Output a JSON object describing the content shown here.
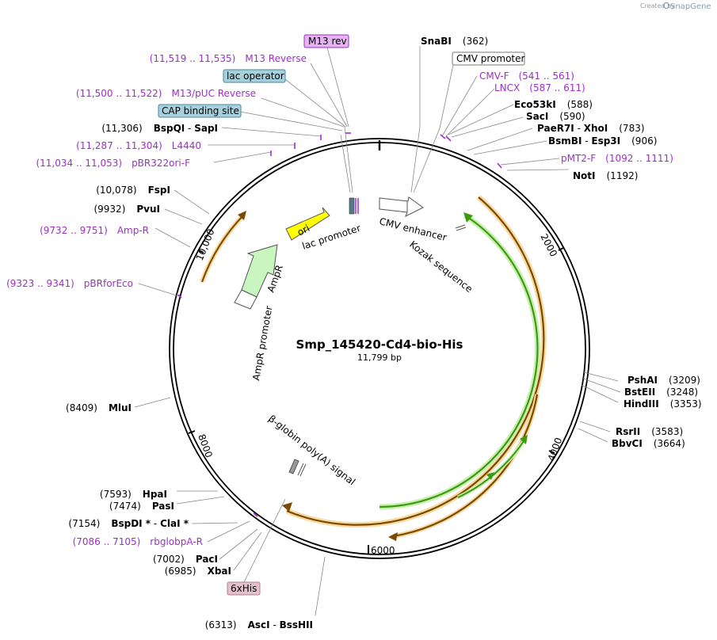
{
  "credit": {
    "prefix": "Created by",
    "brand": "SnapGene"
  },
  "plasmid": {
    "name": "Smp_145420-Cd4-bio-His",
    "length": "11,799 bp"
  },
  "ticks": [
    "2000",
    "4000",
    "6000",
    "8000",
    "10,000"
  ],
  "boxes": [
    {
      "id": "m13rev",
      "text": "M13 rev",
      "fill": "#e3b4f0",
      "stroke": "#9d2fc7"
    },
    {
      "id": "cmvprom",
      "text": "CMV promoter",
      "fill": "#ffffff",
      "stroke": "#777777"
    },
    {
      "id": "lacop",
      "text": "lac operator",
      "fill": "#a8d0dc",
      "stroke": "#4a8a9a"
    },
    {
      "id": "cap",
      "text": "CAP binding site",
      "fill": "#a8d0dc",
      "stroke": "#4a8a9a"
    },
    {
      "id": "his",
      "text": "6xHis",
      "fill": "#e4c1cc",
      "stroke": "#b08090"
    }
  ],
  "right_labels": [
    {
      "id": "snabi",
      "name": "SnaBI",
      "pos": "(362)"
    },
    {
      "id": "cmvf",
      "name": "CMV-F",
      "pos": "(541 .. 561)",
      "primer": true
    },
    {
      "id": "lncx",
      "name": "LNCX",
      "pos": "(587 .. 611)",
      "primer": true
    },
    {
      "id": "eco53ki",
      "name": "Eco53kI",
      "pos": "(588)"
    },
    {
      "id": "saci",
      "name": "SacI",
      "pos": "(590)"
    },
    {
      "id": "paer7i",
      "name": "PaeR7I",
      "sep": " - ",
      "name2": "XhoI",
      "pos": "(783)"
    },
    {
      "id": "bsmbi",
      "name": "BsmBI",
      "sep": " - ",
      "name2": "Esp3I",
      "pos": "(906)"
    },
    {
      "id": "pmt2f",
      "name": "pMT2-F",
      "pos": "(1092 .. 1111)",
      "primer": true
    },
    {
      "id": "noti",
      "name": "NotI",
      "pos": "(1192)"
    },
    {
      "id": "pshai",
      "name": "PshAI",
      "pos": "(3209)"
    },
    {
      "id": "bsteii",
      "name": "BstEII",
      "pos": "(3248)"
    },
    {
      "id": "hindiii",
      "name": "HindIII",
      "pos": "(3353)"
    },
    {
      "id": "rsrii",
      "name": "RsrII",
      "pos": "(3583)"
    },
    {
      "id": "bbvci",
      "name": "BbvCI",
      "pos": "(3664)"
    }
  ],
  "left_labels": [
    {
      "id": "m13reverse",
      "name": "M13 Reverse",
      "pos": "(11,519 .. 11,535)",
      "primer": true
    },
    {
      "id": "m13puc",
      "name": "M13/pUC Reverse",
      "pos": "(11,500 .. 11,522)",
      "primer": true
    },
    {
      "id": "bspqi",
      "name": "BspQI",
      "sep": " - ",
      "name2": "SapI",
      "pos": "(11,306)"
    },
    {
      "id": "l4440",
      "name": "L4440",
      "pos": "(11,287 .. 11,304)",
      "primer": true
    },
    {
      "id": "pbr322",
      "name": "pBR322ori-F",
      "pos": "(11,034 .. 11,053)",
      "primer": true
    },
    {
      "id": "fspi",
      "name": "FspI",
      "pos": "(10,078)"
    },
    {
      "id": "pvui",
      "name": "PvuI",
      "pos": "(9932)"
    },
    {
      "id": "ampr",
      "name": "Amp-R",
      "pos": "(9732 .. 9751)",
      "primer": true
    },
    {
      "id": "pbrfor",
      "name": "pBRforEco",
      "pos": "(9323 .. 9341)",
      "primer": true
    },
    {
      "id": "mlui",
      "name": "MluI",
      "pos": "(8409)"
    },
    {
      "id": "hpai",
      "name": "HpaI",
      "pos": "(7593)"
    },
    {
      "id": "pasi",
      "name": "PasI",
      "pos": "(7474)"
    },
    {
      "id": "bspdi",
      "name": "BspDI *",
      "sep": " - ",
      "name2": "ClaI *",
      "pos": "(7154)"
    },
    {
      "id": "rbglob",
      "name": "rbglobpA-R",
      "pos": "(7086 .. 7105)",
      "primer": true
    },
    {
      "id": "paci",
      "name": "PacI",
      "pos": "(7002)"
    },
    {
      "id": "xbai",
      "name": "XbaI",
      "pos": "(6985)"
    },
    {
      "id": "asci",
      "name": "AscI",
      "sep": " - ",
      "name2": "BssHII",
      "pos": "(6313)"
    }
  ],
  "features": {
    "ori": "ori",
    "lac_promoter": "lac promoter",
    "ampr": "AmpR",
    "ampr_promoter": "AmpR promoter",
    "cmv_enhancer": "CMV enhancer",
    "kozak": "Kozak sequence",
    "bglobin": "β-globin poly(A) signal"
  },
  "colors": {
    "primer": "#9d2fc7",
    "orf": "#f0a830",
    "cds": "#3a9a10",
    "ori": "#ffff00",
    "ampr": "#c8f5c0",
    "backbone": "#000000"
  }
}
